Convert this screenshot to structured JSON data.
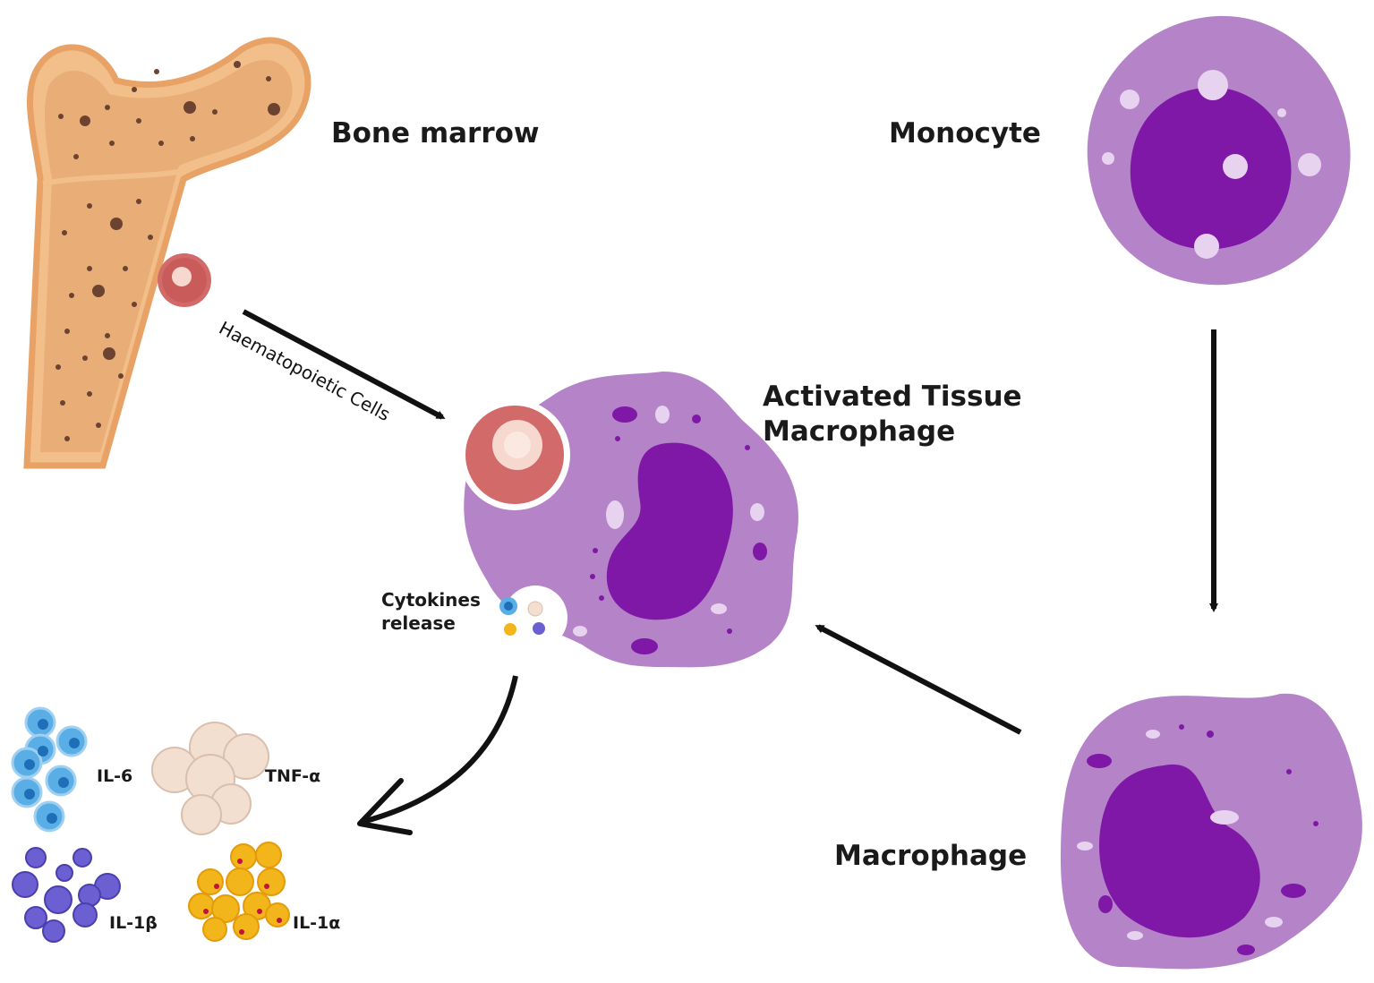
{
  "labels": {
    "bone_marrow": "Bone marrow",
    "monocyte": "Monocyte",
    "activated_line1": "Activated Tissue",
    "activated_line2": "Macrophage",
    "macrophage": "Macrophage",
    "haematopoietic": "Haematopoietic Cells",
    "cytokines_line1": "Cytokines",
    "cytokines_line2": "release",
    "il6": "IL-6",
    "tnf": "TNF-α",
    "il1b": "IL-1β",
    "il1a": "IL-1α"
  },
  "colors": {
    "bone": "#f2be8a",
    "bone_inner": "#e9ad78",
    "cell_membrane": "#b584c8",
    "nucleus": "#7f18a6",
    "red_cell": "#d26a6a",
    "il6": "#5aaee6",
    "tnf": "#f3dfd0",
    "il1b": "#6b5fd2",
    "il1a": "#f2b51a"
  }
}
